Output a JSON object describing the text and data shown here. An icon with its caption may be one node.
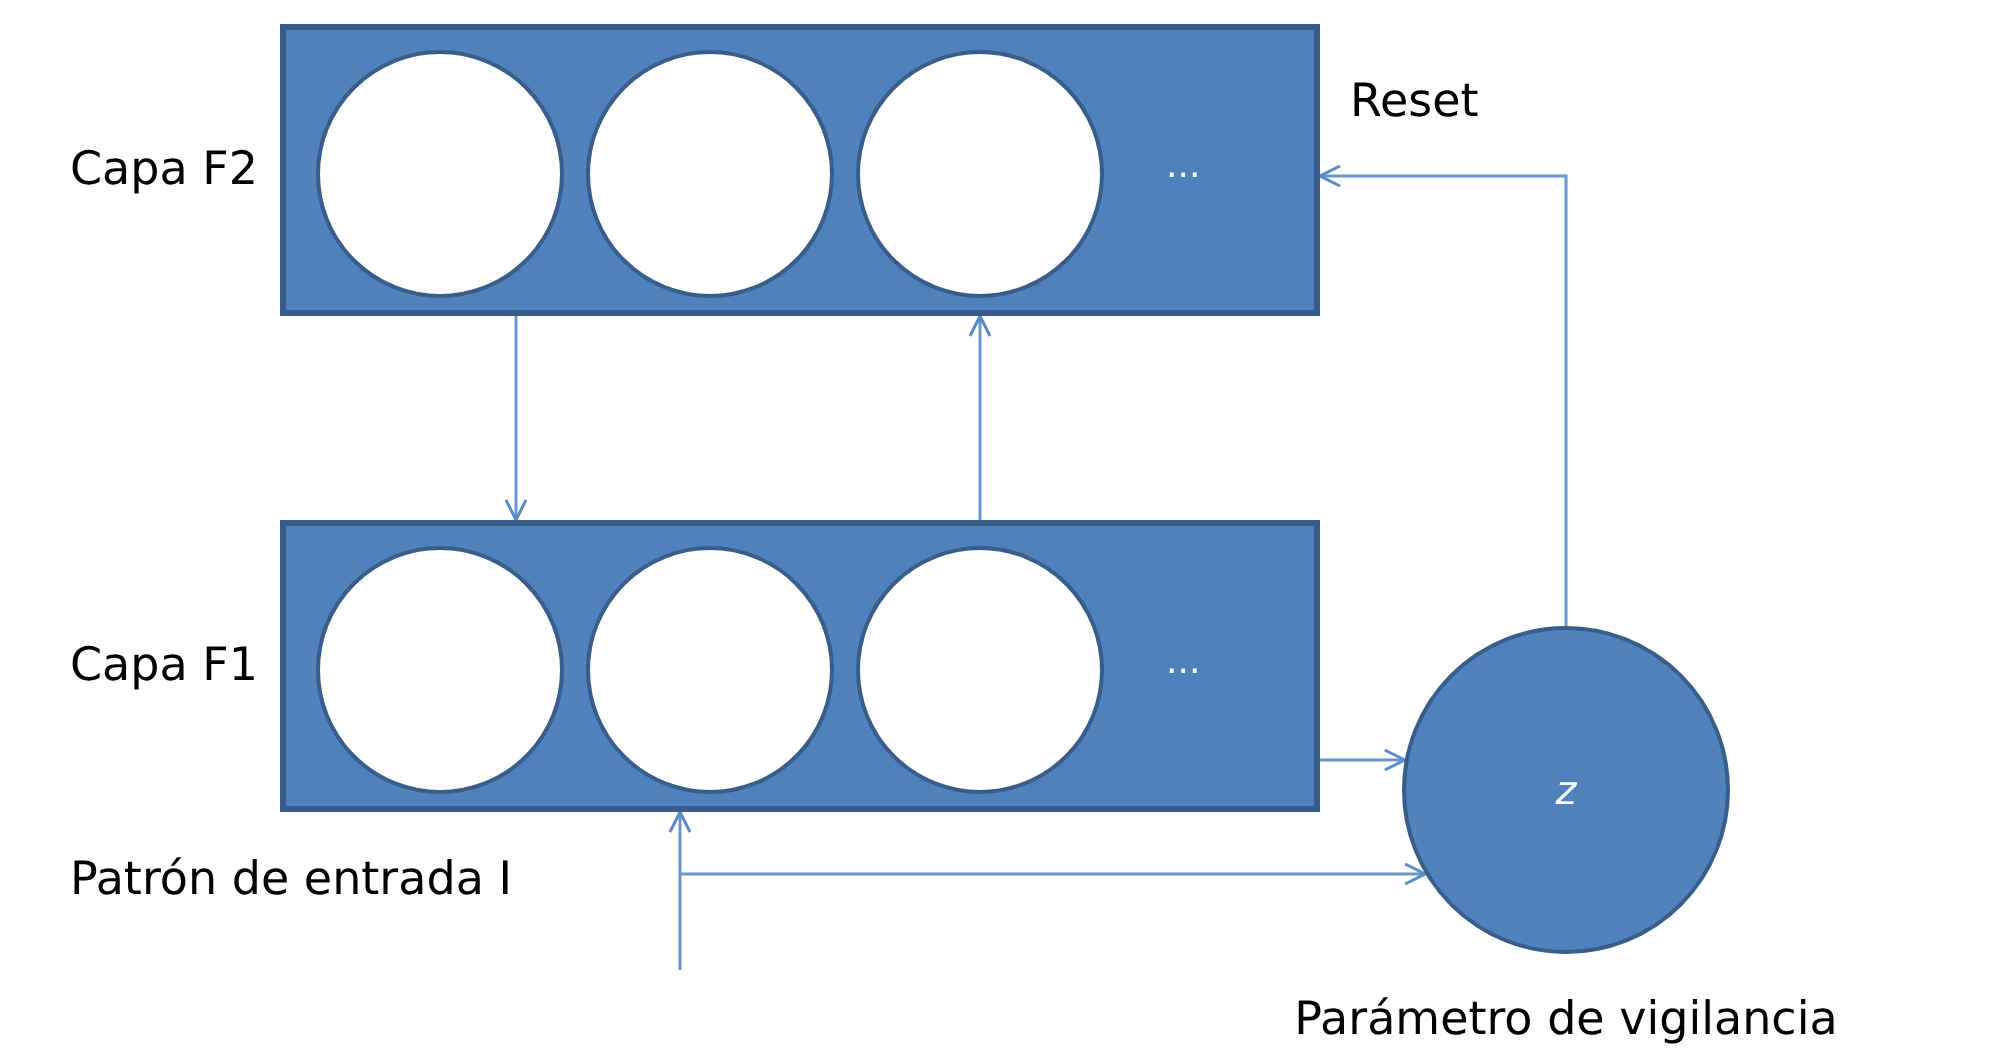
{
  "diagram": {
    "nodes": [
      {
        "text": [
          "Capa F2",
          "..."
        ]
      },
      {
        "text": [],
        "shape": "circle",
        "in": 0
      },
      {
        "text": [],
        "shape": "circle",
        "in": 0
      },
      {
        "text": [],
        "shape": "circle",
        "in": 0
      },
      {
        "text": [
          "Capa F1",
          "..."
        ]
      },
      {
        "text": [],
        "shape": "circle",
        "in": 4
      },
      {
        "text": [],
        "shape": "circle",
        "in": 4
      },
      {
        "text": [],
        "shape": "circle",
        "in": 4
      },
      {
        "text": [
          "z"
        ],
        "beside": [
          "Parámetro de vigilancia"
        ]
      }
    ],
    "edges": [
      {
        "from": 0,
        "to": 4,
        "arrow": "to"
      },
      {
        "from": 4,
        "to": 0,
        "arrow": "to"
      },
      {
        "from": 4,
        "to": 8,
        "arrow": "to"
      },
      {
        "from": 8,
        "to": 0,
        "arrow": "to",
        "label": "Reset"
      },
      {
        "from": null,
        "to": 4,
        "arrow": "to"
      },
      {
        "from": null,
        "to": 8,
        "arrow": "to"
      }
    ],
    "labels": [
      "Patrón de entrada I"
    ]
  }
}
